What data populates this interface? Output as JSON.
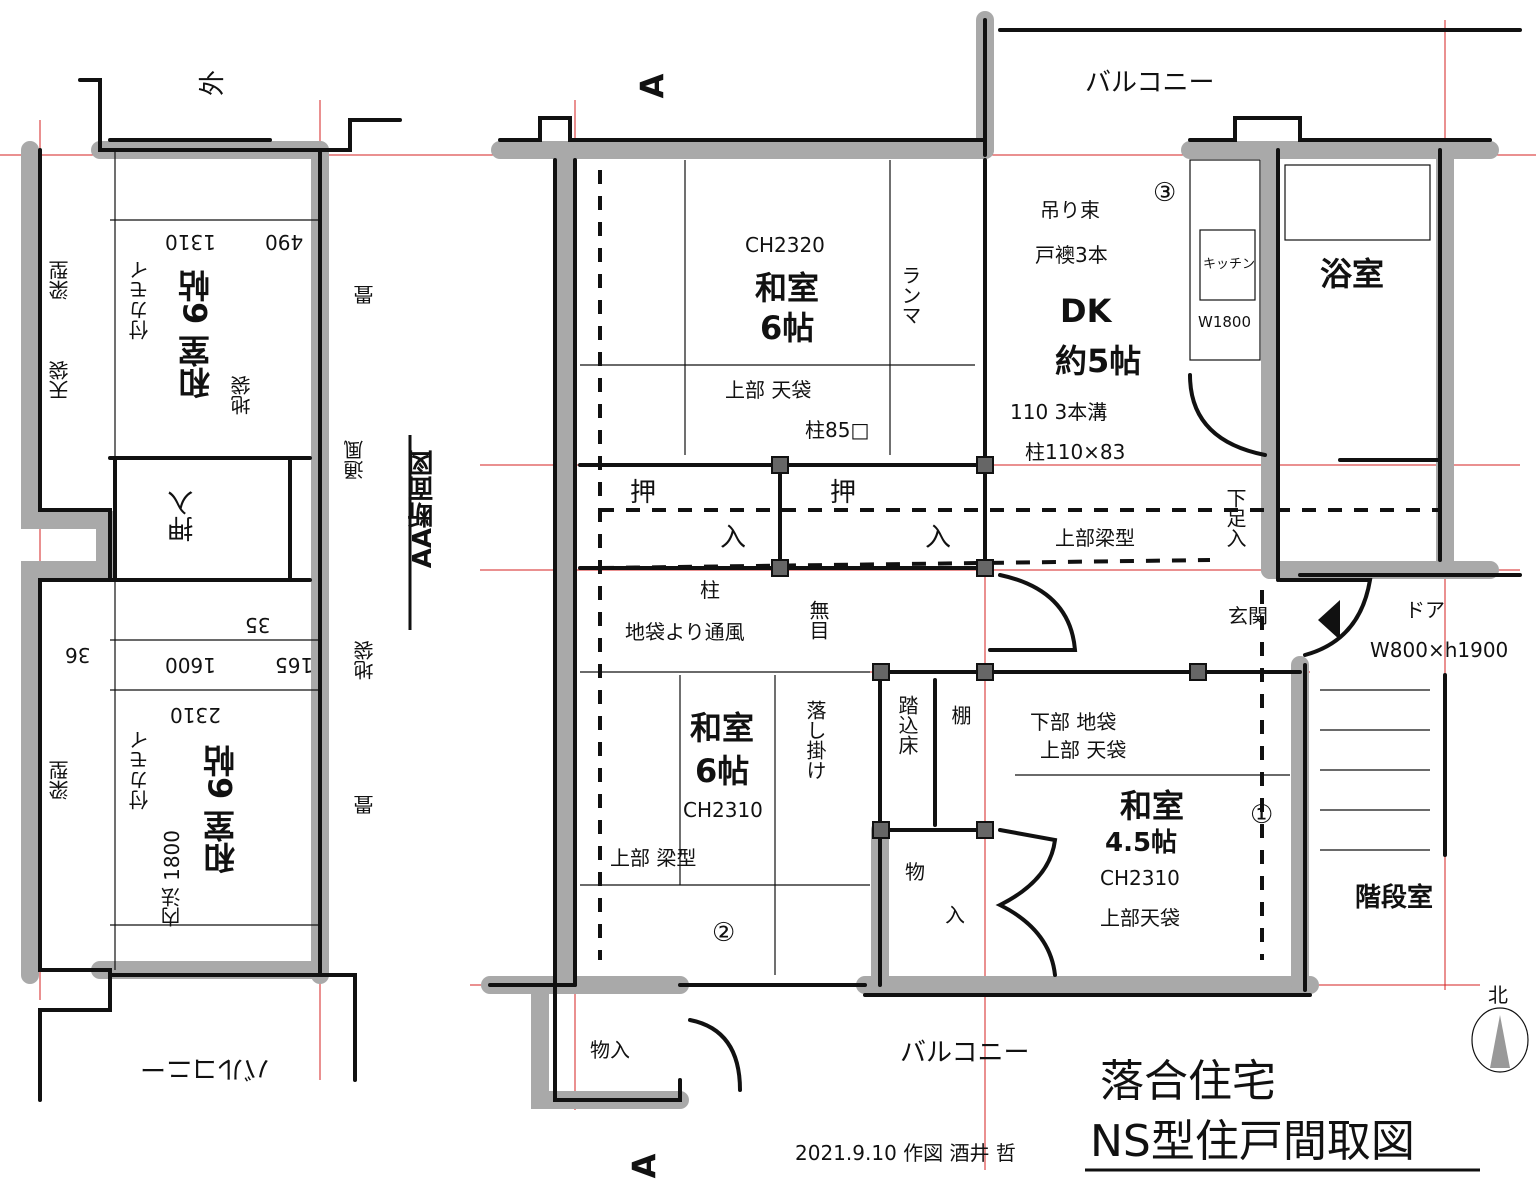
{
  "colors": {
    "wall_fill": "#a9a9a9",
    "line": "#111111",
    "grid": "#d42020"
  },
  "section": {
    "title": "AA断面図",
    "outside": "外",
    "tenbukuro": "天袋",
    "harikata": "梁型",
    "room_top": "和室 6帖",
    "tsukekamoi_top": "付カモイ",
    "dim_1310": "1310",
    "dim_490": "490",
    "jibukuro_top": "地袋",
    "tatami_top": "畳",
    "oshiire": "押入",
    "tsufu": "通風",
    "dim_35": "35",
    "dim_36": "36",
    "dim_1600": "1600",
    "dim_165": "165",
    "jibukuro_bottom": "地袋",
    "dim_2310": "2310",
    "tsukekamoi_bottom": "付カモイ",
    "room_bottom": "和室 6帖",
    "harikata_bottom": "梁型",
    "uchinori": "内法 1800",
    "tatami_bottom": "畳",
    "balcony": "バルコニー"
  },
  "plan": {
    "section_mark_top": "A",
    "section_mark_bottom": "A",
    "balcony_north": "バルコニー",
    "balcony_south": "バルコニー",
    "washitsu_a": {
      "ch": "CH2320",
      "name": "和室",
      "size": "6帖"
    },
    "ranma": "ランマ",
    "tsurizuka": "吊り束",
    "tofusuma": "戸襖3本",
    "marker_3": "③",
    "dk": {
      "name": "DK",
      "size": "約5帖"
    },
    "kitchen": "キッチン",
    "kitchen_w": "W1800",
    "bath": "浴室",
    "mizo": "110 3本溝",
    "hashira_110": "柱110×83",
    "hashira_85": "柱85□",
    "jobu_tenbukuro": "上部 天袋",
    "oshi_1": "押",
    "iri_1": "入",
    "oshi_2": "押",
    "iri_2": "入",
    "jobu_harikata": "上部梁型",
    "getabako": "下足入",
    "genkan": "玄関",
    "door": "ドア",
    "door_size": "W800×h1900",
    "hashira_small": "柱",
    "jibukuro_tsufu": "地袋より通風",
    "mume": "無目",
    "otoshigake": "落し掛け",
    "fumikomidoko": "踏込床",
    "tana": "棚",
    "kabu_jibukuro": "下部 地袋",
    "jobu_tenbukuro2": "上部 天袋",
    "washitsu_b": {
      "name": "和室",
      "size": "6帖",
      "ch": "CH2310"
    },
    "jobu_harikata2": "上部 梁型",
    "marker_2": "②",
    "washitsu_c": {
      "name": "和室",
      "size": "4.5帖",
      "ch": "CH2310"
    },
    "jobu_tenbukuro3": "上部天袋",
    "marker_1": "①",
    "monoire_1": "物",
    "monoire_1b": "入",
    "monoire_2": "物入",
    "stairs": "階段室",
    "north": "北"
  },
  "footer": {
    "title": "落合住宅",
    "subtitle": "NS型住戸間取図",
    "credit": "2021.9.10 作図 酒井 哲"
  }
}
